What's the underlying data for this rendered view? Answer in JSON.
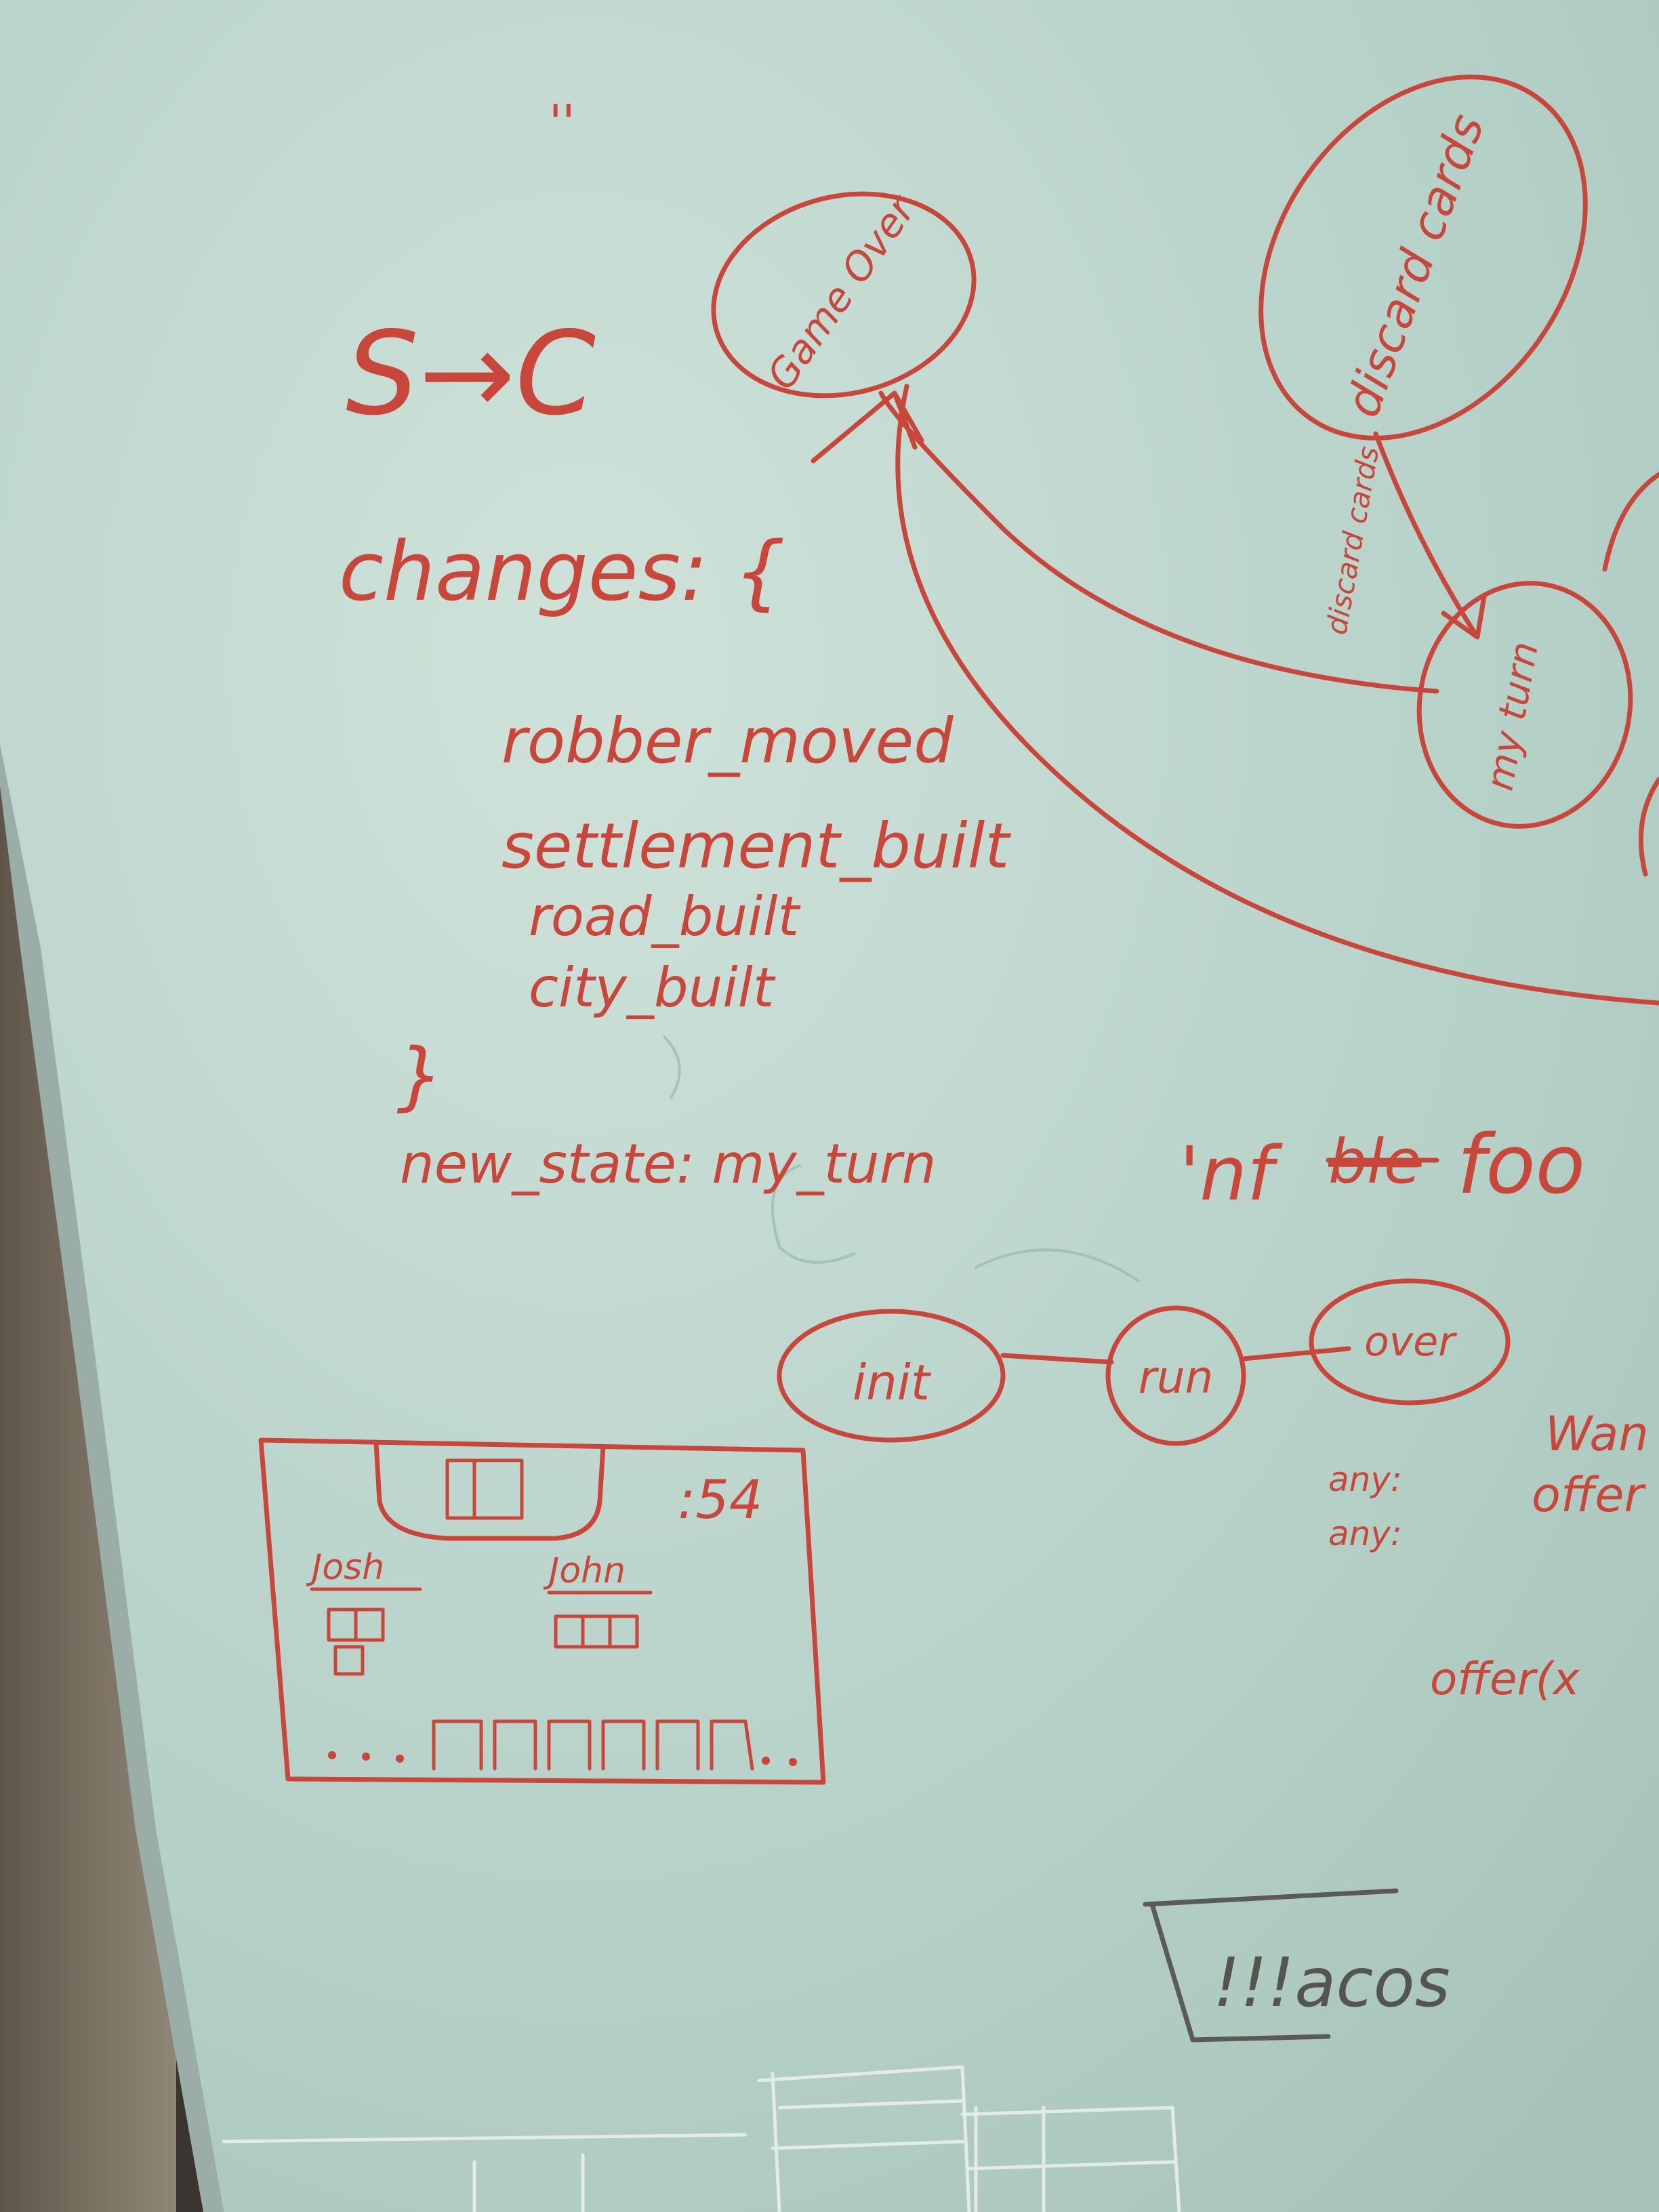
{
  "whiteboard": {
    "header_marks": "''",
    "arrow_notation": "S→C",
    "changes_label": "changes: {",
    "changes_items": [
      "robber_moved",
      "settlement_built",
      "road_built",
      "city_built"
    ],
    "changes_close": "}",
    "new_state_line": "new_state: my_turn",
    "nf_text": "'nf",
    "nf_struck": "ble",
    "nf_foo": "foo",
    "states": {
      "game_over": "Game Over",
      "discard_cards": "discard cards",
      "my_turn": "my turn",
      "discard_edge_label": "discard cards"
    },
    "flow": {
      "init": "init",
      "run": "run",
      "over": "over"
    },
    "right_notes": {
      "any1": "any:",
      "any2": "any:",
      "want": "Wan",
      "offer": "offer",
      "offer_call": "offer(x"
    },
    "mockup": {
      "timer": ":54",
      "player1": "Josh",
      "player2": "John"
    },
    "scribble": "!!!acos",
    "colors": {
      "board": "#b9d3cb",
      "marker_red": "#c8473a",
      "marker_dark": "#55554f"
    }
  }
}
